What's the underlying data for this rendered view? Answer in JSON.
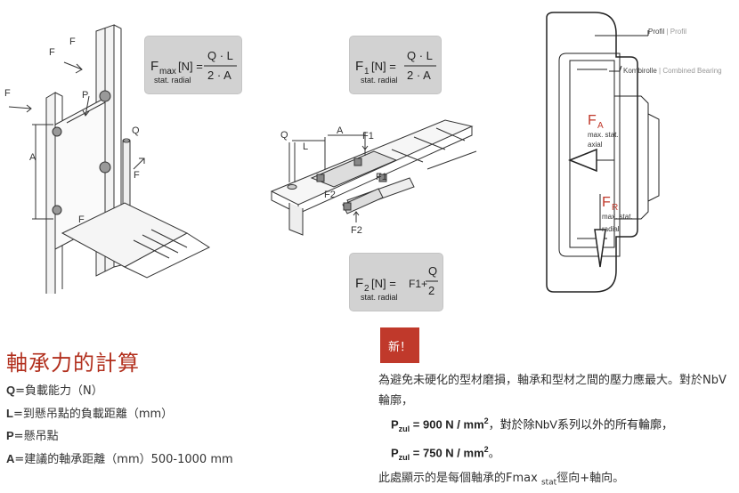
{
  "formulas": {
    "fmax": {
      "lhs_main": "F",
      "lhs_sub": "max",
      "lhs_unit": "[N] =",
      "lhs_note": "stat. radial",
      "num": "Q · L",
      "den": "2 · A"
    },
    "f1": {
      "lhs_main": "F",
      "lhs_sub": "1",
      "lhs_unit": "[N] =",
      "lhs_note": "stat. radial",
      "num": "Q · L",
      "den": "2 · A"
    },
    "f2": {
      "lhs_main": "F",
      "lhs_sub": "2",
      "lhs_unit": "[N] =",
      "lhs_note": "stat. radial",
      "rhs_prefix": "F1+",
      "num": "Q",
      "den": "2"
    }
  },
  "diagram_left": {
    "labels": [
      "F",
      "F",
      "F",
      "P",
      "A",
      "Q",
      "F",
      "F"
    ]
  },
  "diagram_center": {
    "labels": [
      "Q",
      "L",
      "A",
      "F1",
      "F2",
      "F1",
      "F2"
    ]
  },
  "diagram_right": {
    "profile_label": "Profil",
    "profile_label_en": "Profil",
    "roller_label": "Kombirolle",
    "roller_label_en": "Combined Bearing",
    "fa_main": "F",
    "fa_sub": "A",
    "fa_note1": "max. stat.",
    "fa_note2": "axial",
    "fr_main": "F",
    "fr_sub": "R",
    "fr_note1": "max. stat.",
    "fr_note2": "radial"
  },
  "heading": "軸承力的計算",
  "legend": [
    {
      "key": "Q",
      "text": "=負載能力（N）"
    },
    {
      "key": "L",
      "text": "=到懸吊點的負載距離（mm）"
    },
    {
      "key": "P",
      "text": "=懸吊點"
    },
    {
      "key": "A",
      "text": "=建議的軸承距離（mm）500-1000 mm"
    }
  ],
  "badge": "新！",
  "note": {
    "intro": "為避免未硬化的型材磨損，軸承和型材之間的壓力應最大。對於NbV輪廓，",
    "p1_main": "P",
    "p1_sub": "zul",
    "p1_value": "= 900 N / mm",
    "p1_sup": "2",
    "p1_tail": "，對於除NbV系列以外的所有輪廓，",
    "p2_main": "P",
    "p2_sub": "zul",
    "p2_value": "= 750 N / mm",
    "p2_sup": "2",
    "p2_tail": "。",
    "footer_pre": "此處顯示的是每個軸承的Fmax ",
    "footer_sub": "stat",
    "footer_post": "徑向+軸向。"
  },
  "colors": {
    "accent": "#b2301e",
    "badge": "#c0392b",
    "formula_bg": "#d2d2d2",
    "force_red": "#c0392b"
  }
}
